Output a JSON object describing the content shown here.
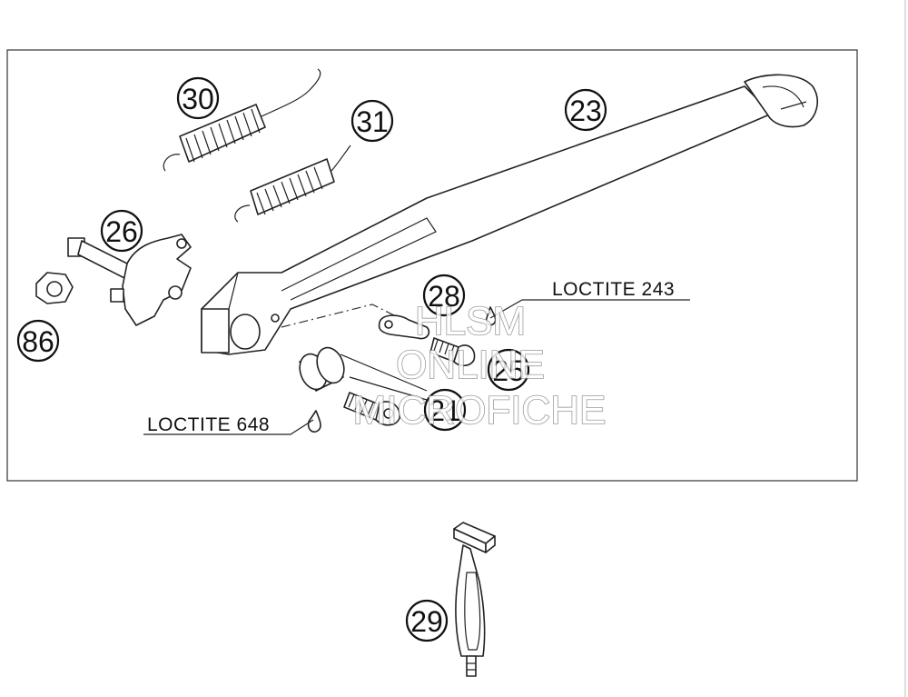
{
  "callouts": {
    "c30": "30",
    "c31": "31",
    "c23": "23",
    "c26": "26",
    "c86": "86",
    "c28": "28",
    "c25": "25",
    "c21": "21",
    "c29": "29"
  },
  "notes": {
    "loctite_243": "LOCTITE 243",
    "loctite_648": "LOCTITE 648"
  },
  "watermark": {
    "line1": "HLSM",
    "line2": "ONLINE",
    "line3": "MICROFICHE"
  }
}
